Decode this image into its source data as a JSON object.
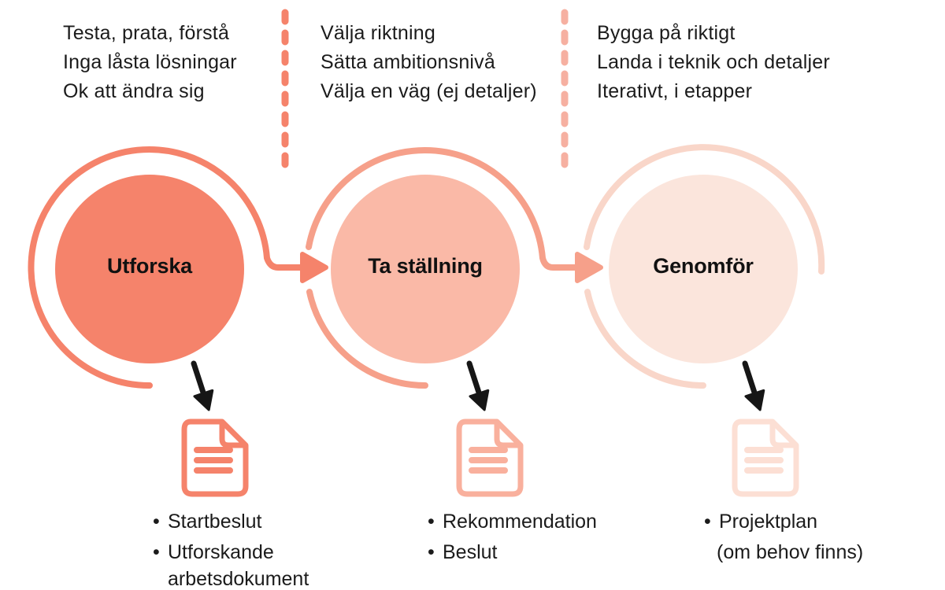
{
  "palette": {
    "coral": "#F5836B",
    "coral_mid": "#F6A08A",
    "coral_mid_fill": "#FAB9A7",
    "coral_light": "#F9D6C9",
    "coral_light_fill": "#FBE5DC",
    "doc_mid": "#F9B09D",
    "doc_light": "#FCDFD4",
    "dots_mid": "#F6B0A1",
    "arrow_black": "#161616"
  },
  "icons": {
    "document": "document-outline-icon",
    "flow_arrow": "right-arrow",
    "down_arrow": "down-right-arrow",
    "separator": "dotted-vertical-line"
  },
  "phases": [
    {
      "name": "Utforska",
      "notes": [
        "Testa, prata, förstå",
        "Inga låsta lösningar",
        "Ok att ändra sig"
      ],
      "outputs": [
        "Startbeslut",
        "Utforskande arbetsdokument"
      ]
    },
    {
      "name": "Ta ställning",
      "notes": [
        "Välja riktning",
        "Sätta ambitionsnivå",
        "Välja en väg (ej detaljer)"
      ],
      "outputs": [
        "Rekommendation",
        "Beslut"
      ]
    },
    {
      "name": "Genomför",
      "notes": [
        "Bygga på riktigt",
        "Landa i teknik och detaljer",
        "Iterativt, i etapper"
      ],
      "outputs": [
        "Projektplan"
      ],
      "output_note": "(om behov finns)"
    }
  ]
}
